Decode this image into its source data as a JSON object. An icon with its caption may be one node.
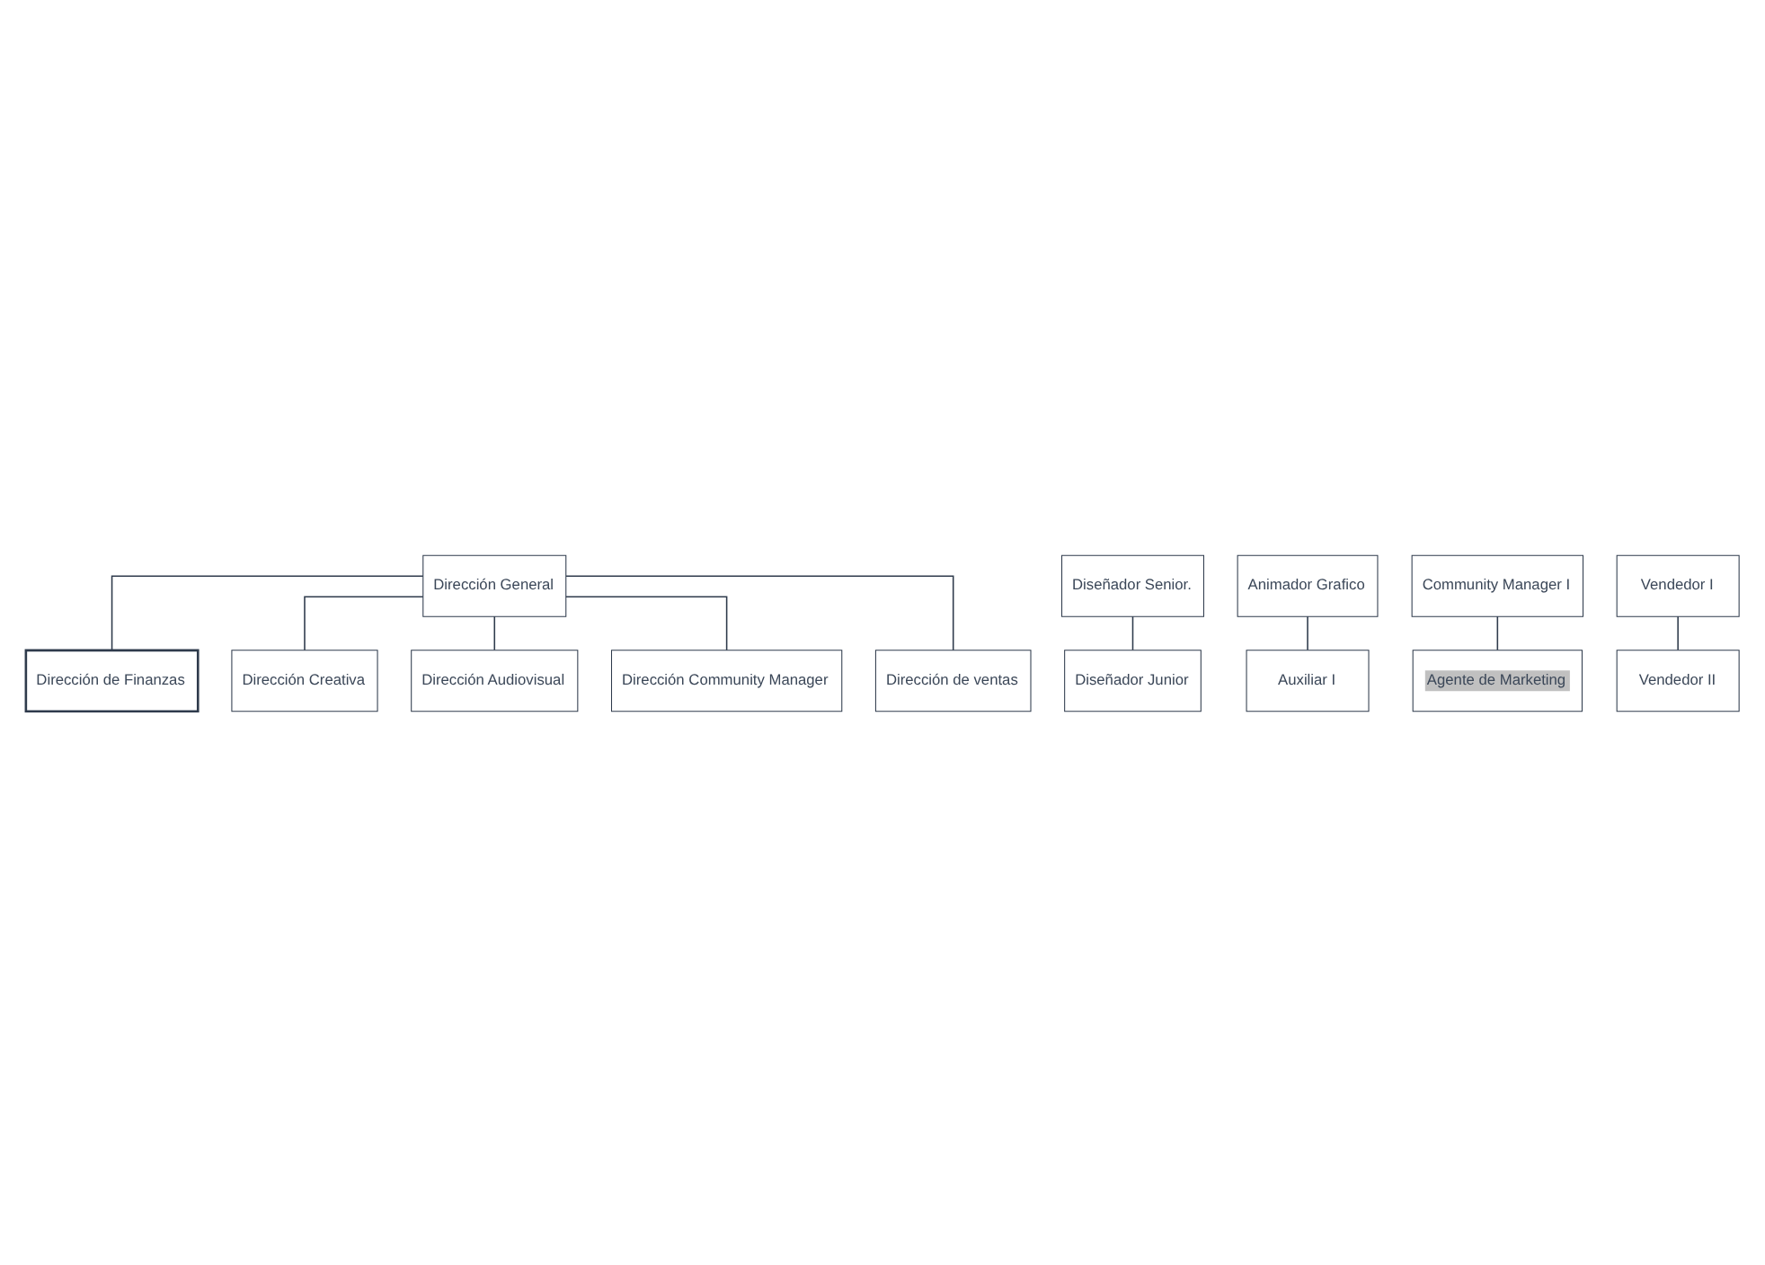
{
  "diagram": {
    "nodes": [
      {
        "text": [
          "Dirección General"
        ]
      },
      {
        "text": [
          "Dirección de Finanzas"
        ]
      },
      {
        "text": [
          "Dirección Creativa"
        ]
      },
      {
        "text": [
          "Dirección Audiovisual"
        ]
      },
      {
        "text": [
          "Dirección Community Manager"
        ]
      },
      {
        "text": [
          "Dirección de ventas"
        ]
      },
      {
        "text": [
          "Diseñador Senior."
        ]
      },
      {
        "text": [
          "Diseñador Junior"
        ]
      },
      {
        "text": [
          "Animador Grafico"
        ]
      },
      {
        "text": [
          "Auxiliar I"
        ]
      },
      {
        "text": [
          "Community Manager I"
        ]
      },
      {
        "text": [
          "Agente de Marketing"
        ]
      },
      {
        "text": [
          "Vendedor I"
        ]
      },
      {
        "text": [
          "Vendedor II"
        ]
      }
    ],
    "edges": [
      {
        "from": 0,
        "to": 1,
        "arrow": "none"
      },
      {
        "from": 0,
        "to": 2,
        "arrow": "none"
      },
      {
        "from": 0,
        "to": 3,
        "arrow": "none"
      },
      {
        "from": 0,
        "to": 4,
        "arrow": "none"
      },
      {
        "from": 0,
        "to": 5,
        "arrow": "none"
      },
      {
        "from": 6,
        "to": 7,
        "arrow": "none"
      },
      {
        "from": 8,
        "to": 9,
        "arrow": "none"
      },
      {
        "from": 10,
        "to": 11,
        "arrow": "none"
      },
      {
        "from": 12,
        "to": 13,
        "arrow": "none"
      }
    ]
  }
}
